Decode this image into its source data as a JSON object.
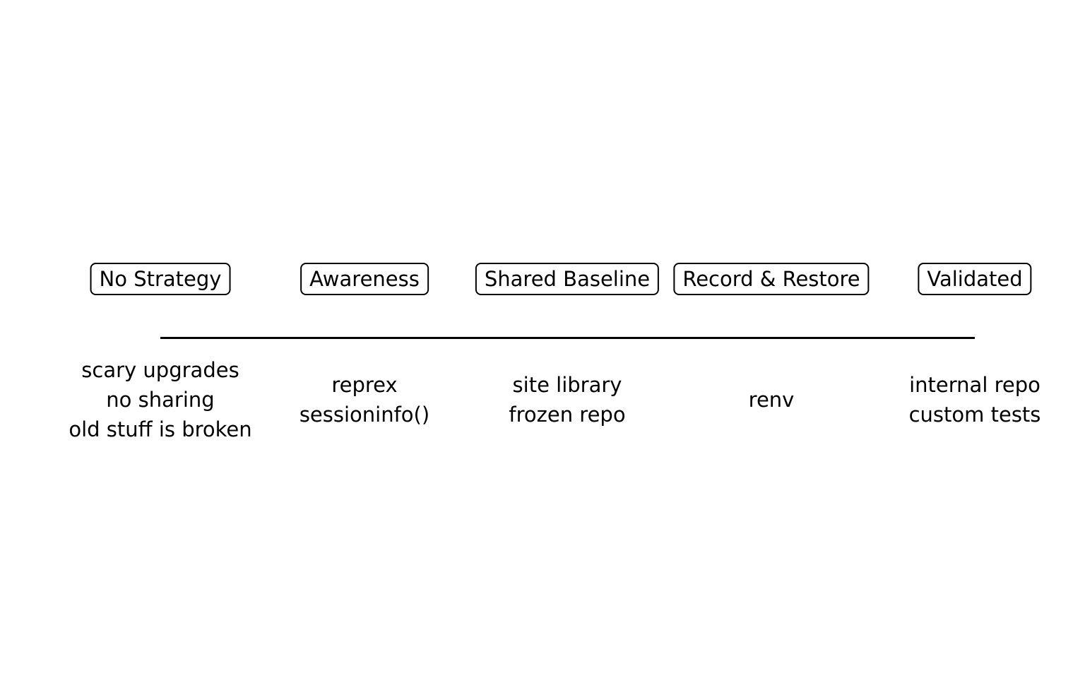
{
  "figure": {
    "background_color": "#ffffff",
    "line_color": "#000000",
    "text_color": "#000000",
    "axis": "maturity spectrum, left to right"
  },
  "stages": [
    {
      "label": "No Strategy",
      "notes": [
        "scary upgrades",
        "no sharing",
        "old stuff is broken"
      ]
    },
    {
      "label": "Awareness",
      "notes": [
        "reprex",
        "sessioninfo()"
      ]
    },
    {
      "label": "Shared Baseline",
      "notes": [
        "site library",
        "frozen repo"
      ]
    },
    {
      "label": "Record & Restore",
      "notes": [
        "renv"
      ]
    },
    {
      "label": "Validated",
      "notes": [
        "internal repo",
        "custom tests"
      ]
    }
  ]
}
